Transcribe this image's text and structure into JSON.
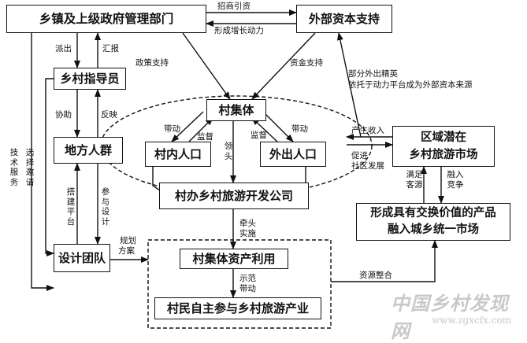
{
  "boxes": {
    "township_gov": "乡镇及上级政府管理部门",
    "external_capital": "外部资本支持",
    "village_guide": "乡村指导员",
    "village_collective": "村集体",
    "local_people": "地方人群",
    "in_village_pop": "村内人口",
    "outflow_pop": "外出人口",
    "regional_market_l1": "区域潜在",
    "regional_market_l2": "乡村旅游市场",
    "village_company": "村办乡村旅游开发公司",
    "product_l1": "形成具有交换价值的产品",
    "product_l2": "融入城乡统一市场",
    "design_team": "设计团队",
    "asset_use": "村集体资产利用",
    "villager_participation": "村民自主参与乡村旅游产业"
  },
  "labels": {
    "investment": "招商引资",
    "growth_power": "形成增长动力",
    "dispatch": "派出",
    "report": "汇报",
    "policy_support": "政策支持",
    "capital_support": "资金支持",
    "elite_l1": "部分外出精英",
    "elite_l2": "依托于动力平台成为外部资本来源",
    "assist": "协助",
    "feedback": "反映",
    "drive_left": "带动",
    "supervise_left": "监督",
    "supervise_right": "监督",
    "drive_right": "带动",
    "lead": "领头",
    "generate_income": "产生收入",
    "promote_l1": "促进",
    "promote_l2": "社区发展",
    "tech_service": "技术服务",
    "select_invite": "选择邀请",
    "build_platform": "搭建平台",
    "participate_design": "参与设计",
    "meet_demand": "满足客源",
    "integrate_compete": "融入竞争",
    "plan_l1": "规划",
    "plan_l2": "方案",
    "lead_impl_l1": "牵头",
    "lead_impl_l2": "实施",
    "demo_l1": "示范",
    "demo_l2": "带动",
    "resource_integration": "资源整合"
  },
  "watermark": {
    "cn": "中国乡村发现网",
    "url": "www.zgxcfx.com"
  }
}
